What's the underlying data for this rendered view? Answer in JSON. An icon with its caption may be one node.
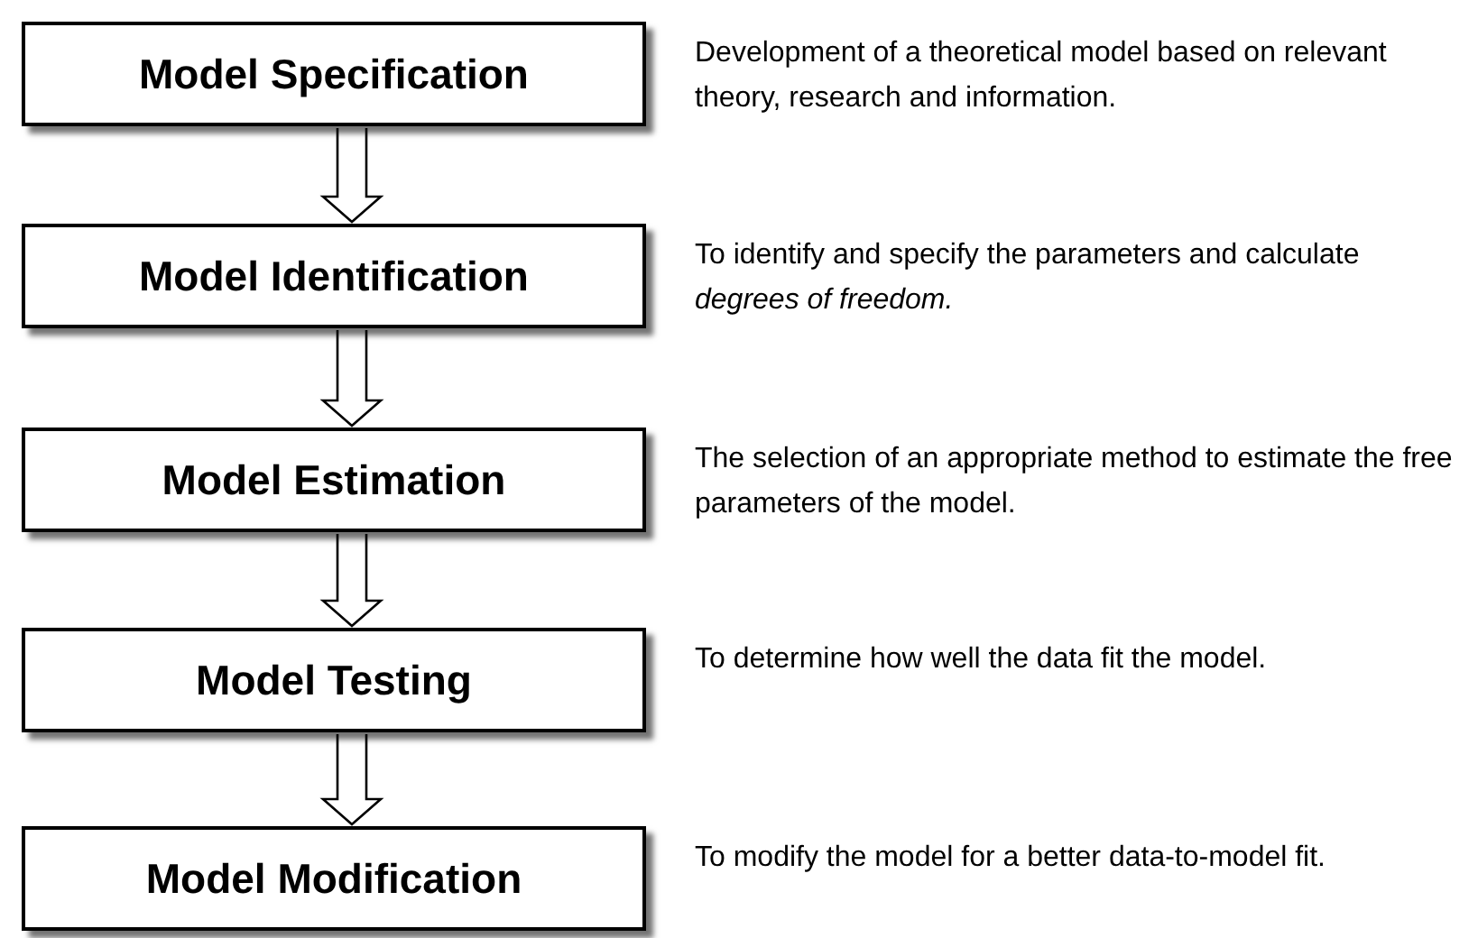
{
  "diagram": {
    "nodes": [
      {
        "text": [
          "Model Specification"
        ],
        "beside": [
          "Development of a theoretical model based on relevant theory, research and information."
        ]
      },
      {
        "text": [
          "Model Identification"
        ],
        "beside": [
          "To identify and specify the parameters and calculate *degrees of freedom.*"
        ]
      },
      {
        "text": [
          "Model Estimation"
        ],
        "beside": [
          "The selection of an appropriate method to estimate the free parameters of the model."
        ]
      },
      {
        "text": [
          "Model Testing"
        ],
        "beside": [
          "To determine how well the data fit the model."
        ]
      },
      {
        "text": [
          "Model Modification"
        ],
        "beside": [
          "To modify the model for a better data-to-model fit."
        ]
      }
    ],
    "edges": [
      {
        "from": 0,
        "to": 1,
        "arrow": "to"
      },
      {
        "from": 1,
        "to": 2,
        "arrow": "to"
      },
      {
        "from": 2,
        "to": 3,
        "arrow": "to"
      },
      {
        "from": 3,
        "to": 4,
        "arrow": "to"
      }
    ]
  }
}
